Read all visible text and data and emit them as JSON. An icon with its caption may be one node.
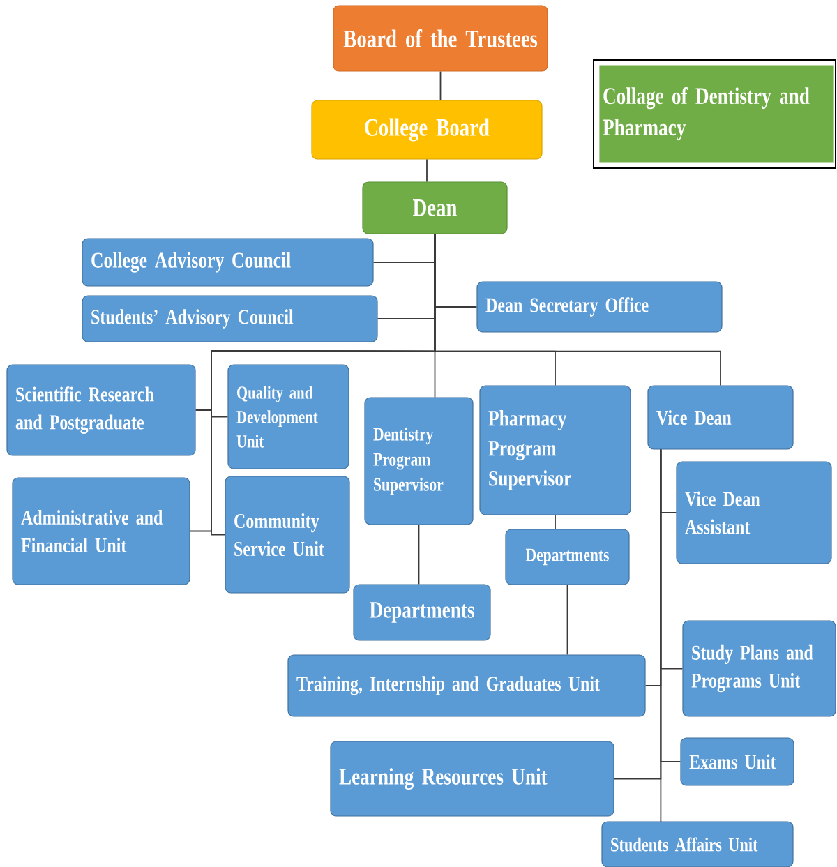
{
  "diagram": {
    "nodes": [
      {
        "text": [
          "Board of the Trustees"
        ]
      },
      {
        "text": [
          "College Board"
        ]
      },
      {
        "text": [
          "Collage of Dentistry and Pharmacy"
        ]
      },
      {
        "text": [
          "Dean"
        ]
      },
      {
        "text": [
          "College Advisory Council"
        ]
      },
      {
        "text": [
          "Students’ Advisory Council"
        ]
      },
      {
        "text": [
          "Dean Secretary Office"
        ]
      },
      {
        "text": [
          "Scientific Research and Postgraduate"
        ]
      },
      {
        "text": [
          "Quality and Development Unit"
        ]
      },
      {
        "text": [
          "Dentistry Program Supervisor"
        ]
      },
      {
        "text": [
          "Pharmacy Program Supervisor"
        ]
      },
      {
        "text": [
          "Vice Dean"
        ]
      },
      {
        "text": [
          "Administrative and Financial Unit"
        ]
      },
      {
        "text": [
          "Community Service Unit"
        ]
      },
      {
        "text": [
          "Vice Dean Assistant"
        ]
      },
      {
        "text": [
          "Departments"
        ]
      },
      {
        "text": [
          "Departments"
        ]
      },
      {
        "text": [
          "Study Plans and Programs Unit"
        ]
      },
      {
        "text": [
          "Training, Internship and Graduates Unit"
        ]
      },
      {
        "text": [
          "Exams Unit"
        ]
      },
      {
        "text": [
          "Learning Resources Unit"
        ]
      },
      {
        "text": [
          "Students Affairs Unit"
        ]
      }
    ],
    "edges": [
      {
        "from": 0,
        "to": 1,
        "arrow": "none"
      },
      {
        "from": 1,
        "to": 3,
        "arrow": "none"
      },
      {
        "from": 3,
        "to": 4,
        "arrow": "none"
      },
      {
        "from": 3,
        "to": 5,
        "arrow": "none"
      },
      {
        "from": 3,
        "to": 6,
        "arrow": "none"
      },
      {
        "from": 3,
        "to": 9,
        "arrow": "none"
      },
      {
        "from": 3,
        "to": 10,
        "arrow": "none"
      },
      {
        "from": 3,
        "to": 11,
        "arrow": "none"
      },
      {
        "from": 3,
        "to": 7,
        "arrow": "none"
      },
      {
        "from": 3,
        "to": 8,
        "arrow": "none"
      },
      {
        "from": 3,
        "to": 12,
        "arrow": "none"
      },
      {
        "from": 3,
        "to": 13,
        "arrow": "none"
      },
      {
        "from": 9,
        "to": 16,
        "arrow": "none"
      },
      {
        "from": 10,
        "to": 15,
        "arrow": "none"
      },
      {
        "from": 15,
        "to": 18,
        "arrow": "none"
      },
      {
        "from": 11,
        "to": 14,
        "arrow": "none"
      },
      {
        "from": 11,
        "to": 17,
        "arrow": "none"
      },
      {
        "from": 11,
        "to": 18,
        "arrow": "none"
      },
      {
        "from": 11,
        "to": 19,
        "arrow": "none"
      },
      {
        "from": 11,
        "to": 20,
        "arrow": "none"
      },
      {
        "from": 11,
        "to": 21,
        "arrow": "none"
      }
    ]
  }
}
